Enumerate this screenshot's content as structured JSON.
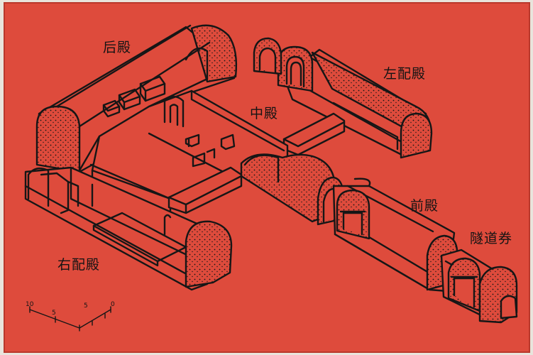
{
  "labels": {
    "rear_hall": "后殿",
    "left_side_hall": "左配殿",
    "middle_hall": "中殿",
    "front_hall": "前殿",
    "tunnel_vault": "隧道券",
    "right_side_hall": "右配殿"
  },
  "scale": {
    "ticks": [
      "10",
      "5",
      "5",
      "0"
    ]
  },
  "colors": {
    "board": "#de4b3c",
    "ink": "#161616",
    "wall": "#eae6df"
  }
}
